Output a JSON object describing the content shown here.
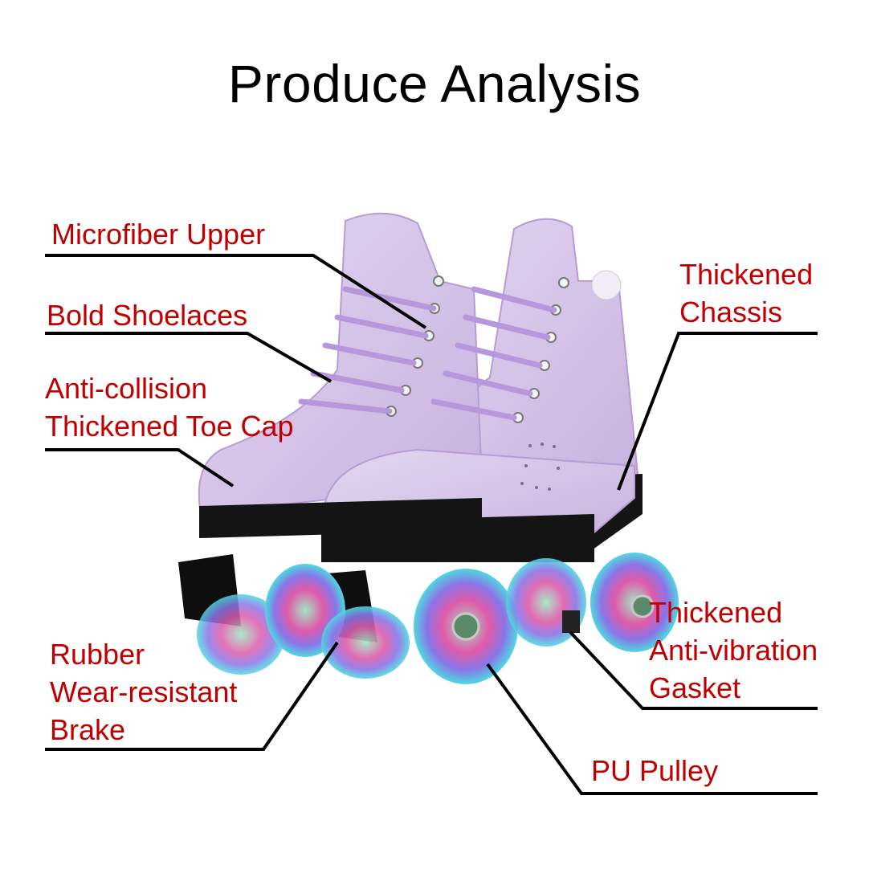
{
  "title": "Produce Analysis",
  "colors": {
    "label_text": "#c00000",
    "title_text": "#000000",
    "leader_line": "#000000",
    "skate_upper": "#d6c3e8",
    "skate_base": "#111111"
  },
  "product": {
    "description": "Pair of lavender high-top quad roller skates with black soles, black toe stops and light-up wheels"
  },
  "callouts": [
    {
      "id": "microfiber-upper",
      "lines": [
        "Microfiber Upper"
      ]
    },
    {
      "id": "bold-shoelaces",
      "lines": [
        "Bold Shoelaces"
      ]
    },
    {
      "id": "toe-cap",
      "lines": [
        "Anti-collision",
        "Thickened Toe Cap"
      ]
    },
    {
      "id": "brake",
      "lines": [
        "Rubber",
        "Wear-resistant",
        "Brake"
      ]
    },
    {
      "id": "chassis",
      "lines": [
        "Thickened",
        "Chassis"
      ]
    },
    {
      "id": "gasket",
      "lines": [
        "Thickened",
        "Anti-vibration",
        "Gasket"
      ]
    },
    {
      "id": "pu-pulley",
      "lines": [
        "PU Pulley"
      ]
    }
  ]
}
